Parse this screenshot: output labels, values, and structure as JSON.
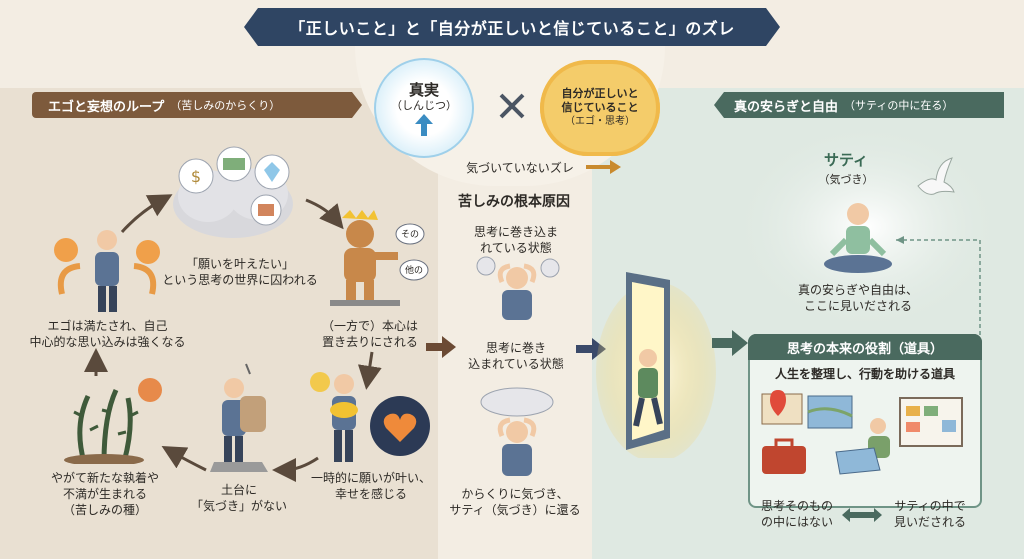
{
  "banner": "「正しいこと」と「自分が正しいと信じていること」のズレ",
  "left_header": {
    "main": "エゴと妄想のループ",
    "sub": "（苦しみのからくり）"
  },
  "right_header": {
    "main": "真の安らぎと自由",
    "sub": "（サティの中に在る）"
  },
  "truth": {
    "title": "真実",
    "reading": "（しんじつ）"
  },
  "belief": {
    "line1": "自分が正しいと",
    "line2": "信じていること",
    "line3": "（エゴ・思考）"
  },
  "gap_label": "気づいていないズレ",
  "loop": {
    "wish_line1": "「願いを叶えたい」",
    "wish_line2": "という思考の世界に囚われる",
    "ego_line1": "エゴは満たされ、自己",
    "ego_line2": "中心的な思い込みは強くなる",
    "heart_line1": "（一方で）本心は",
    "heart_line2": "置き去りにされる",
    "new_line1": "やがて新たな執着や",
    "new_line2": "不満が生まれる",
    "new_line3": "（苦しみの種）",
    "base_line1": "土台に",
    "base_line2": "「気づき」がない",
    "happy_line1": "一時的に願いが叶い、",
    "happy_line2": "幸せを感じる",
    "speech1": "その",
    "speech2": "他の"
  },
  "root_cause": {
    "title": "苦しみの根本原因",
    "s1_line1": "思考に巻き込ま",
    "s1_line2": "れている状態",
    "s2_line1": "思考に巻き",
    "s2_line2": "込まれている状態",
    "s3_line1": "からくりに気づき、",
    "s3_line2": "サティ（気づき）に還る"
  },
  "sati": {
    "title": "サティ",
    "reading": "（気づき）",
    "peace_line1": "真の安らぎや自由は、",
    "peace_line2": "ここに見いだされる"
  },
  "role": {
    "title": "思考の本来の役割（道具）",
    "desc": "人生を整理し、行動を助ける道具",
    "not_in_line1": "思考そのもの",
    "not_in_line2": "の中にはない",
    "found_line1": "サティの中で",
    "found_line2": "見いだされる"
  },
  "colors": {
    "navy": "#2f4563",
    "brown": "#7d5a3c",
    "green": "#4a6a5f",
    "gold": "#f4cc6a",
    "sky": "#bde3f5"
  }
}
